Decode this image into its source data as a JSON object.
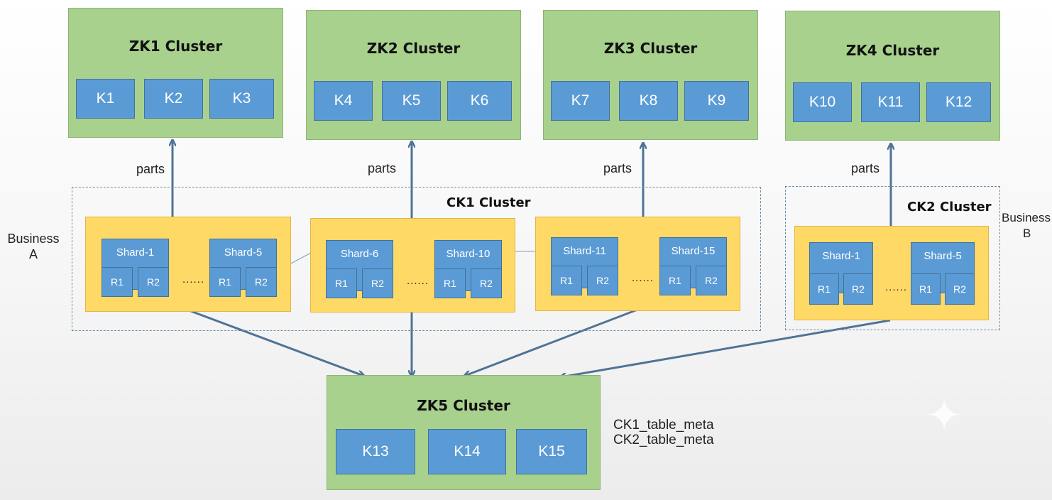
{
  "zk_clusters": [
    {
      "title": "ZK1 Cluster",
      "nodes": [
        "K1",
        "K2",
        "K3"
      ]
    },
    {
      "title": "ZK2 Cluster",
      "nodes": [
        "K4",
        "K5",
        "K6"
      ]
    },
    {
      "title": "ZK3 Cluster",
      "nodes": [
        "K7",
        "K8",
        "K9"
      ]
    },
    {
      "title": "ZK4 Cluster",
      "nodes": [
        "K10",
        "K11",
        "K12"
      ]
    },
    {
      "title": "ZK5 Cluster",
      "nodes": [
        "K13",
        "K14",
        "K15"
      ]
    }
  ],
  "ck_clusters": [
    {
      "title": "CK1 Cluster"
    },
    {
      "title": "CK2 Cluster"
    }
  ],
  "shard_groups": [
    {
      "shards": [
        {
          "label": "Shard-1",
          "replicas": [
            "R1",
            "R2"
          ]
        },
        {
          "label": "Shard-5",
          "replicas": [
            "R1",
            "R2"
          ]
        }
      ],
      "ellipsis": "......"
    },
    {
      "shards": [
        {
          "label": "Shard-6",
          "replicas": [
            "R1",
            "R2"
          ]
        },
        {
          "label": "Shard-10",
          "replicas": [
            "R1",
            "R2"
          ]
        }
      ],
      "ellipsis": "......"
    },
    {
      "shards": [
        {
          "label": "Shard-11",
          "replicas": [
            "R1",
            "R2"
          ]
        },
        {
          "label": "Shard-15",
          "replicas": [
            "R1",
            "R2"
          ]
        }
      ],
      "ellipsis": "......"
    },
    {
      "shards": [
        {
          "label": "Shard-1",
          "replicas": [
            "R1",
            "R2"
          ]
        },
        {
          "label": "Shard-5",
          "replicas": [
            "R1",
            "R2"
          ]
        }
      ],
      "ellipsis": "......"
    }
  ],
  "edge_labels": [
    "parts",
    "parts",
    "parts",
    "parts"
  ],
  "business": [
    {
      "line1": "Business",
      "line2": "A"
    },
    {
      "line1": "Business",
      "line2": "B"
    }
  ],
  "meta_labels": [
    "CK1_table_meta",
    "CK2_table_meta"
  ],
  "colors": {
    "zk_fill": "#a9d18e",
    "node_fill": "#5b9bd5",
    "shard_group_fill": "#ffd966",
    "arrow": "#4f7396"
  }
}
